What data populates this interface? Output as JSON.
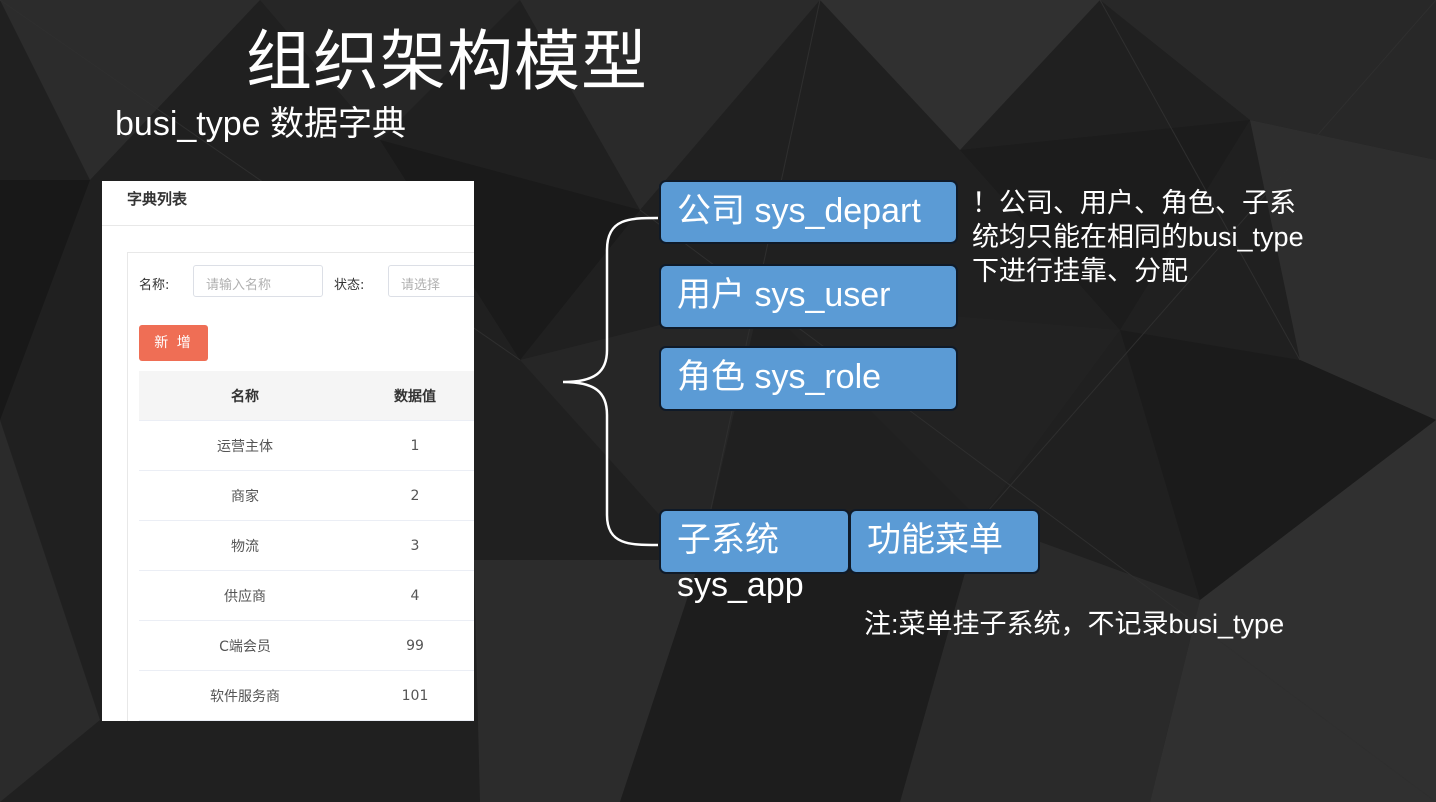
{
  "title": "组织架构模型",
  "subtitle": "busi_type 数据字典",
  "dict_panel": {
    "title": "字典列表",
    "name_label": "名称:",
    "name_placeholder": "请输入名称",
    "status_label": "状态:",
    "status_placeholder": "请选择",
    "add_button": "新 增",
    "columns": [
      "名称",
      "数据值"
    ],
    "rows": [
      {
        "name": "运营主体",
        "value": "1"
      },
      {
        "name": "商家",
        "value": "2"
      },
      {
        "name": "物流",
        "value": "3"
      },
      {
        "name": "供应商",
        "value": "4"
      },
      {
        "name": "C端会员",
        "value": "99"
      },
      {
        "name": "软件服务商",
        "value": "101"
      }
    ]
  },
  "diagram": {
    "box_color": "#5b9bd5",
    "boxes": {
      "depart": "公司 sys_depart",
      "user": "用户 sys_user",
      "role": "角色 sys_role",
      "app": "子系统",
      "app_sub": "sys_app",
      "menu": "功能菜单"
    },
    "note_top": [
      "！公司、用户、角色、子系",
      "统均只能在相同的busi_type",
      "下进行挂靠、分配"
    ],
    "note_bottom": "注:菜单挂子系统，不记录busi_type"
  }
}
